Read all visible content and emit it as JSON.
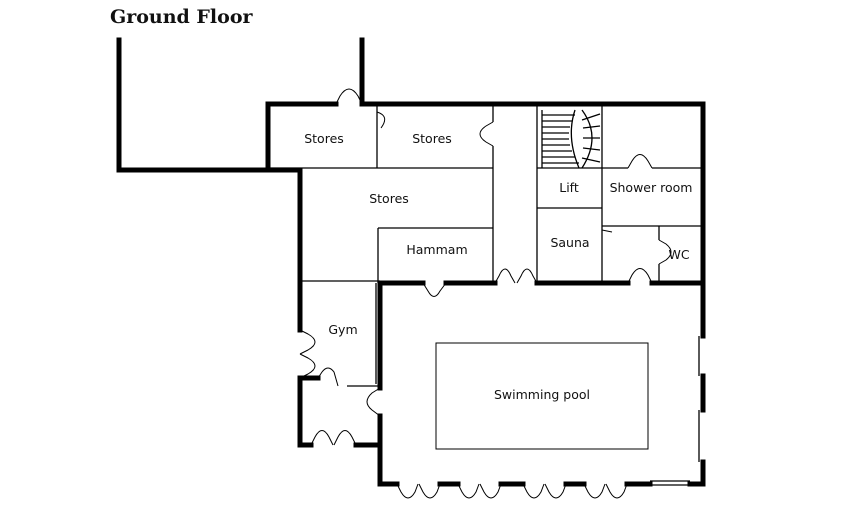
{
  "plan": {
    "title": "Ground Floor",
    "rooms": {
      "stores_left": "Stores",
      "stores_right": "Stores",
      "stores_large": "Stores",
      "hammam": "Hammam",
      "gym": "Gym",
      "swimming_pool": "Swimming pool",
      "lift": "Lift",
      "shower_room": "Shower room",
      "sauna": "Sauna",
      "wc": "WC"
    }
  }
}
